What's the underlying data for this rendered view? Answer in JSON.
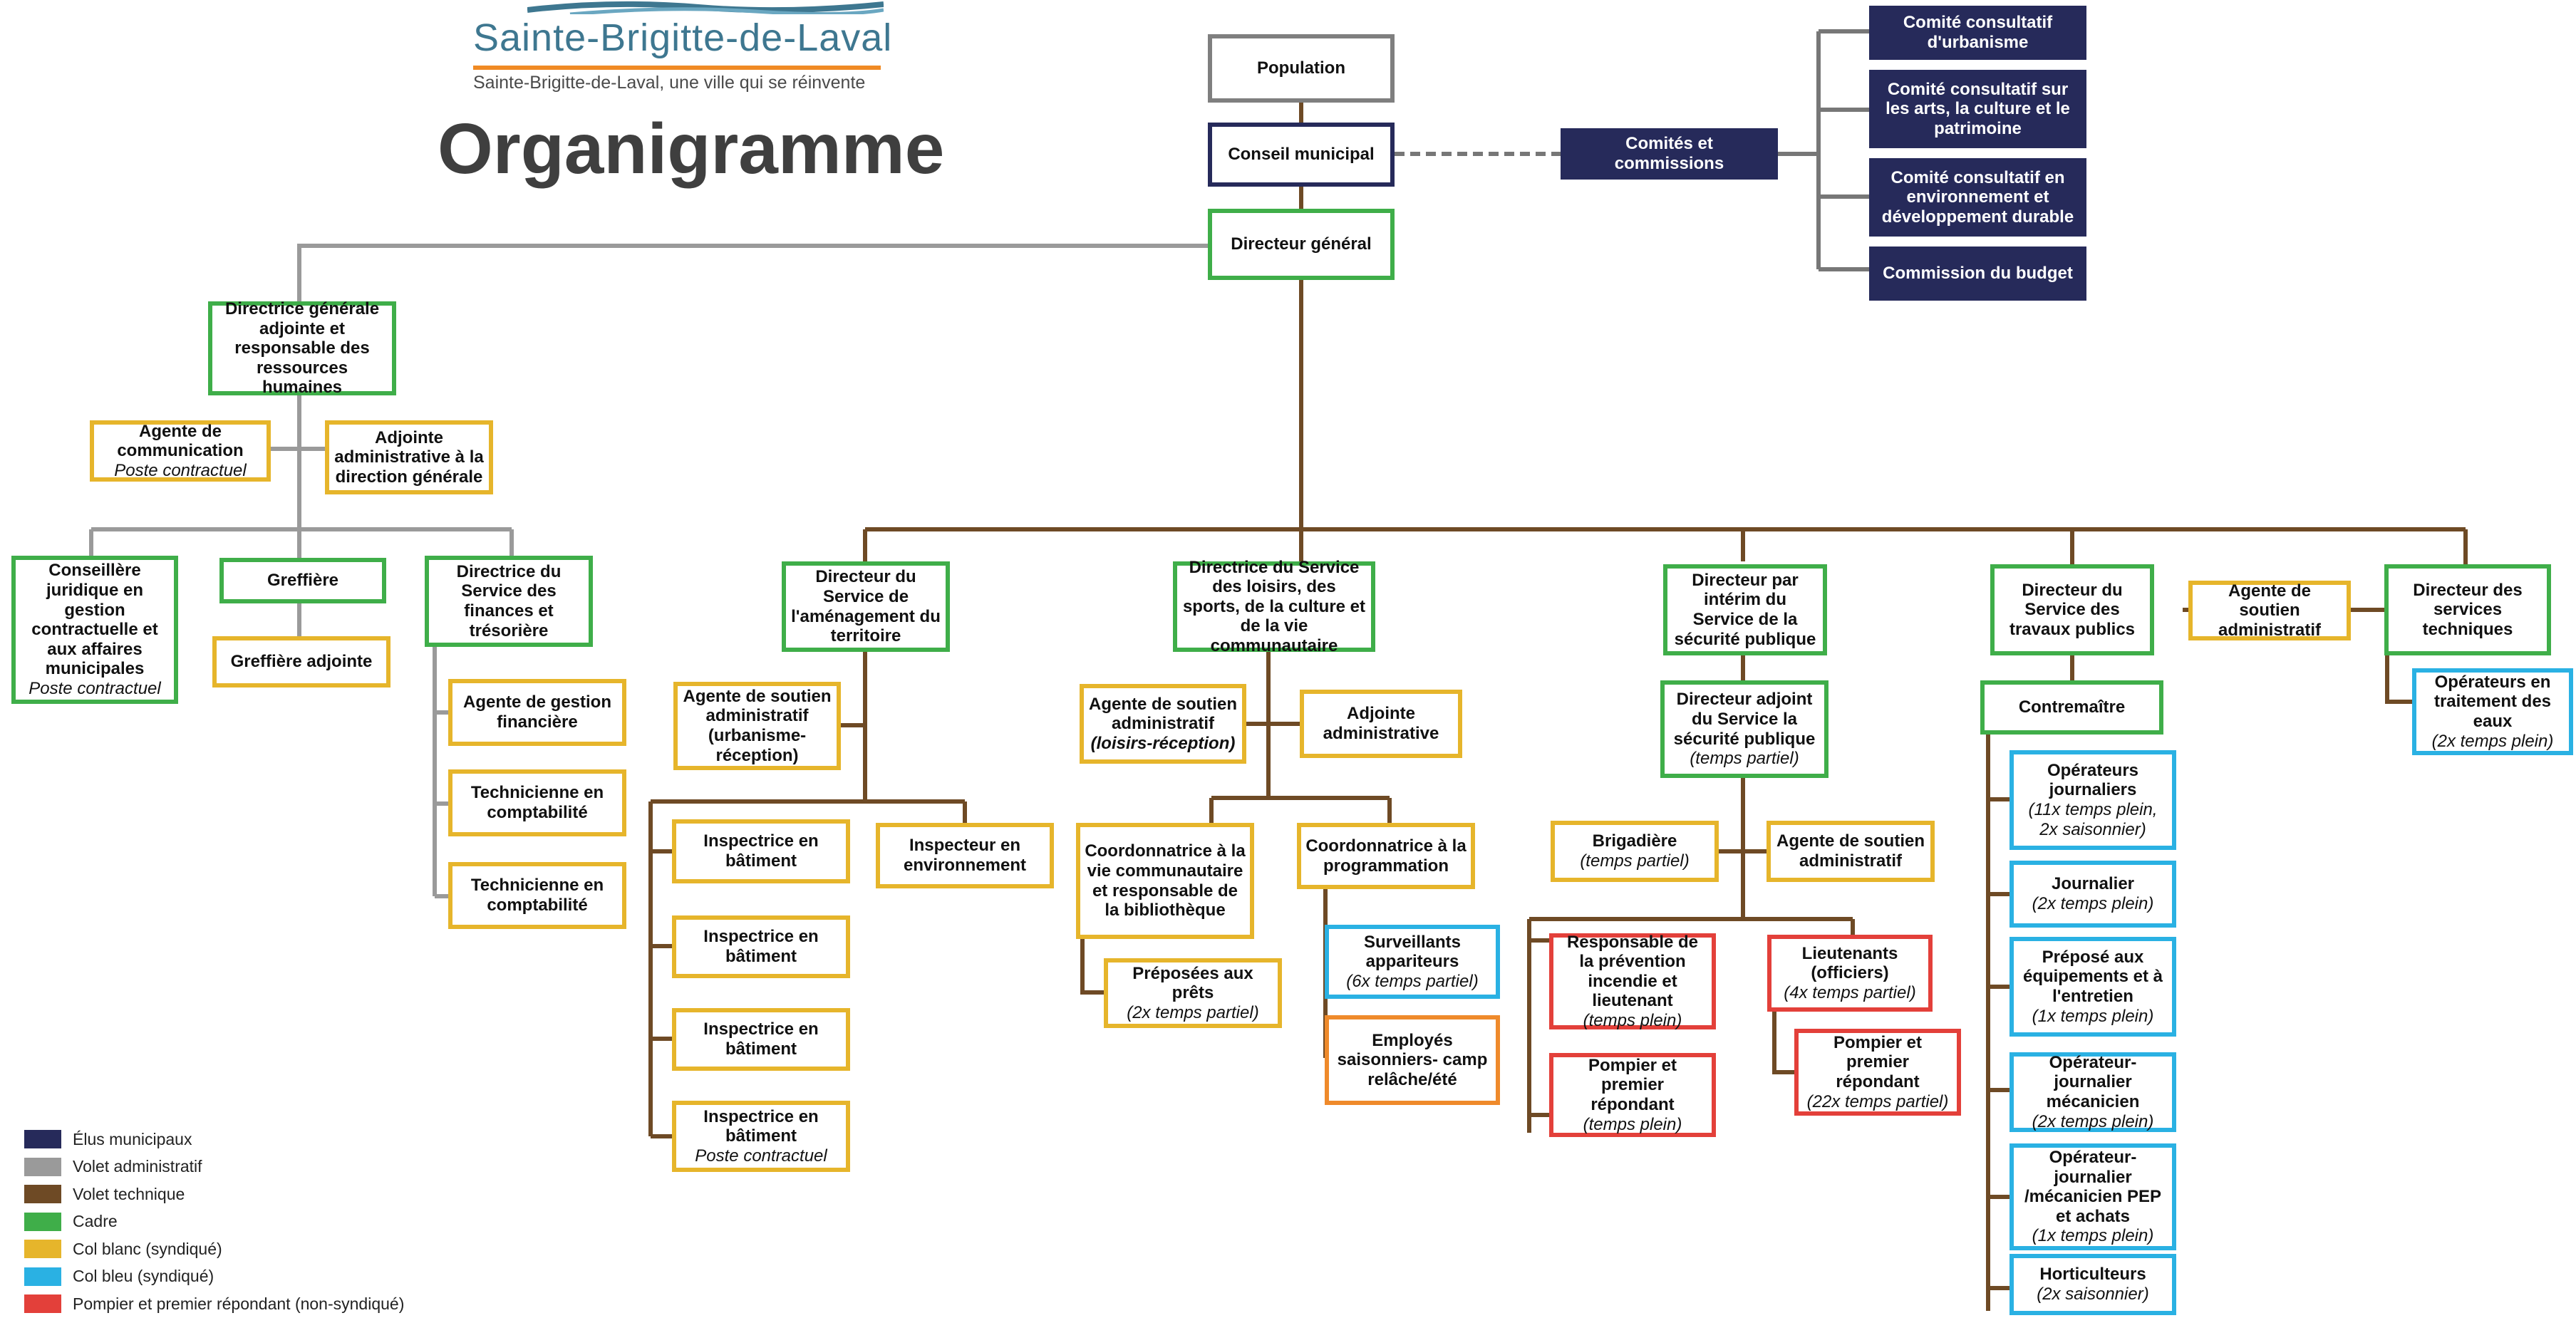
{
  "header": {
    "brand_name": "Sainte-Brigitte-de-Laval",
    "brand_tagline": "Sainte-Brigitte-de-Laval, une ville qui se réinvente",
    "title": "Organigramme"
  },
  "colors": {
    "elus_municipaux": "#262a5a",
    "volet_administratif": "#9a9a9a",
    "volet_technique": "#6e4a25",
    "cadre": "#3fae49",
    "col_blanc": "#e6b52b",
    "col_bleu": "#2ab1e3",
    "pompier": "#e3403a",
    "saisonnier": "#ef8a2b"
  },
  "boxes": {
    "population": {
      "title": "Population"
    },
    "conseil": {
      "title": "Conseil municipal"
    },
    "comites": {
      "title": "Comités et commissions"
    },
    "comite_urbanisme": {
      "title": "Comité consultatif d'urbanisme"
    },
    "comite_arts": {
      "title": "Comité consultatif sur les arts, la culture et le patrimoine"
    },
    "comite_environnement": {
      "title": "Comité consultatif en environnement et développement durable"
    },
    "commission_budget": {
      "title": "Commission du budget"
    },
    "dg": {
      "title": "Directeur général"
    },
    "dga": {
      "title": "Directrice générale adjointe et responsable des ressources humaines"
    },
    "agente_comm": {
      "title": "Agente de communication",
      "sub": "Poste contractuel"
    },
    "adjointe_dg": {
      "title": "Adjointe administrative à la direction générale"
    },
    "conseillere": {
      "title": "Conseillère juridique en gestion contractuelle et aux affaires municipales",
      "sub": "Poste contractuel"
    },
    "greffiere": {
      "title": "Greffière"
    },
    "greffiere_adj": {
      "title": "Greffière adjointe"
    },
    "dir_finances": {
      "title": "Directrice du Service des finances et trésorière"
    },
    "agente_gestion_fin": {
      "title": "Agente de gestion financière"
    },
    "tech_compta1": {
      "title": "Technicienne en comptabilité"
    },
    "tech_compta2": {
      "title": "Technicienne en comptabilité"
    },
    "dir_amenagement": {
      "title": "Directeur du Service de l'aménagement du territoire"
    },
    "agente_soutien_urb": {
      "title": "Agente de soutien administratif (urbanisme-réception)"
    },
    "insp_batiment1": {
      "title": "Inspectrice en bâtiment"
    },
    "insp_env": {
      "title": "Inspecteur en environnement"
    },
    "insp_batiment2": {
      "title": "Inspectrice en bâtiment"
    },
    "insp_batiment3": {
      "title": "Inspectrice en bâtiment"
    },
    "insp_batiment4": {
      "title": "Inspectrice en bâtiment",
      "sub": "Poste contractuel"
    },
    "dir_loisirs": {
      "title": "Directrice du Service des loisirs, des sports, de la culture et de la vie communautaire"
    },
    "agente_soutien_loisirs": {
      "title": "Agente de soutien administratif",
      "sub": "(loisirs-réception)"
    },
    "adjointe_admin": {
      "title": "Adjointe administrative"
    },
    "coord_vie": {
      "title": "Coordonnatrice à la vie communautaire et responsable de la bibliothèque"
    },
    "coord_prog": {
      "title": "Coordonnatrice à la programmation"
    },
    "preposees": {
      "title": "Préposées aux prêts",
      "sub": "(2x temps partiel)"
    },
    "surveillants": {
      "title": "Surveillants appariteurs",
      "sub": "(6x temps partiel)"
    },
    "employes_saison": {
      "title": "Employés saisonniers- camp relâche/été"
    },
    "dir_securite": {
      "title": "Directeur par intérim du Service de la sécurité publique"
    },
    "dir_adj_securite": {
      "title": "Directeur adjoint du Service la sécurité publique",
      "sub": "(temps partiel)"
    },
    "brigadiere": {
      "title": "Brigadière",
      "sub": "(temps partiel)"
    },
    "agent_soutien_sec": {
      "title": "Agente de soutien administratif"
    },
    "resp_incendie": {
      "title": "Responsable de la prévention incendie et lieutenant",
      "sub": "(temps plein)"
    },
    "lieutenants": {
      "title": "Lieutenants (officiers)",
      "sub": "(4x temps partiel)"
    },
    "pompier1": {
      "title": "Pompier et premier répondant",
      "sub": "(temps plein)"
    },
    "pompier2": {
      "title": "Pompier et premier répondant",
      "sub": "(22x temps partiel)"
    },
    "dir_travaux": {
      "title": "Directeur du Service des travaux publics"
    },
    "agente_soutien_tp": {
      "title": "Agente de soutien administratif"
    },
    "dir_techniques": {
      "title": "Directeur des services techniques"
    },
    "operateurs_eaux": {
      "title": "Opérateurs en traitement des eaux",
      "sub": "(2x temps plein)"
    },
    "contremaitre": {
      "title": "Contremaître"
    },
    "op_journaliers": {
      "title": "Opérateurs journaliers",
      "sub": "(11x temps plein, 2x saisonnier)"
    },
    "journalier": {
      "title": "Journalier",
      "sub": "(2x temps plein)"
    },
    "prepose_equip": {
      "title": "Préposé aux équipements et à l'entretien",
      "sub": "(1x temps plein)"
    },
    "op_mecanicien": {
      "title": "Opérateur-journalier mécanicien",
      "sub": "(2x temps plein)"
    },
    "op_mec_pep": {
      "title": "Opérateur-journalier /mécanicien PEP et achats",
      "sub": "(1x temps plein)"
    },
    "horticulteurs": {
      "title": "Horticulteurs",
      "sub": "(2x saisonnier)"
    }
  },
  "legend": [
    {
      "label": "Élus municipaux",
      "color": "#262a5a"
    },
    {
      "label": "Volet administratif",
      "color": "#9a9a9a"
    },
    {
      "label": "Volet technique",
      "color": "#6e4a25"
    },
    {
      "label": "Cadre",
      "color": "#3fae49"
    },
    {
      "label": "Col blanc (syndiqué)",
      "color": "#e6b52b"
    },
    {
      "label": "Col bleu (syndiqué)",
      "color": "#2ab1e3"
    },
    {
      "label": "Pompier et premier répondant (non-syndiqué)",
      "color": "#e3403a"
    }
  ]
}
